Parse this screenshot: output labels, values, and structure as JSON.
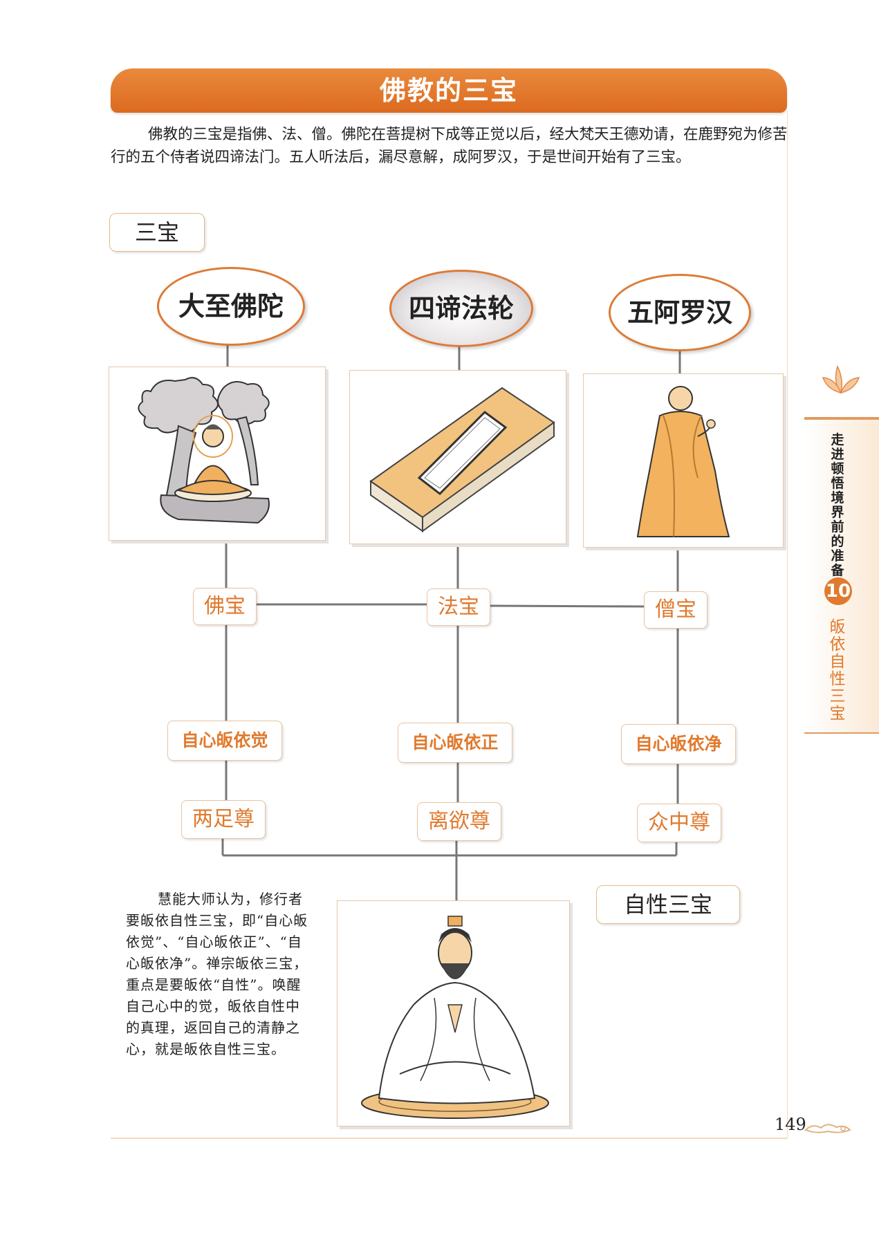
{
  "header": {
    "title": "佛教的三宝"
  },
  "intro": "佛教的三宝是指佛、法、僧。佛陀在菩提树下成等正觉以后，经大梵天王德劝请，在鹿野宛为修苦行的五个侍者说四谛法门。五人听法后，漏尽意解，成阿罗汉，于是世间开始有了三宝。",
  "section_label": "三宝",
  "columns": [
    {
      "header": "大至佛陀",
      "bao": "佛宝",
      "refuge": "自心皈依觉",
      "honor": "两足尊"
    },
    {
      "header": "四谛法轮",
      "bao": "法宝",
      "refuge": "自心皈依正",
      "honor": "离欲尊"
    },
    {
      "header": "五阿罗汉",
      "bao": "僧宝",
      "refuge": "自心皈依净",
      "honor": "众中尊"
    }
  ],
  "zixing_label": "自性三宝",
  "side_text": "慧能大师认为，修行者要皈依自性三宝，即“自心皈依觉”、“自心皈依正”、“自心皈依净”。禅宗皈依三宝，重点是要皈依“自性”。唤醒自己心中的觉，皈依自性中的真理，返回自己的清静之心，就是皈依自性三宝。",
  "tab": {
    "title": "走进顿悟境界前的准备",
    "number": "10",
    "subtitle": "皈依自性三宝"
  },
  "page_number": "149",
  "colors": {
    "accent": "#e07a2e",
    "line": "#777777"
  }
}
